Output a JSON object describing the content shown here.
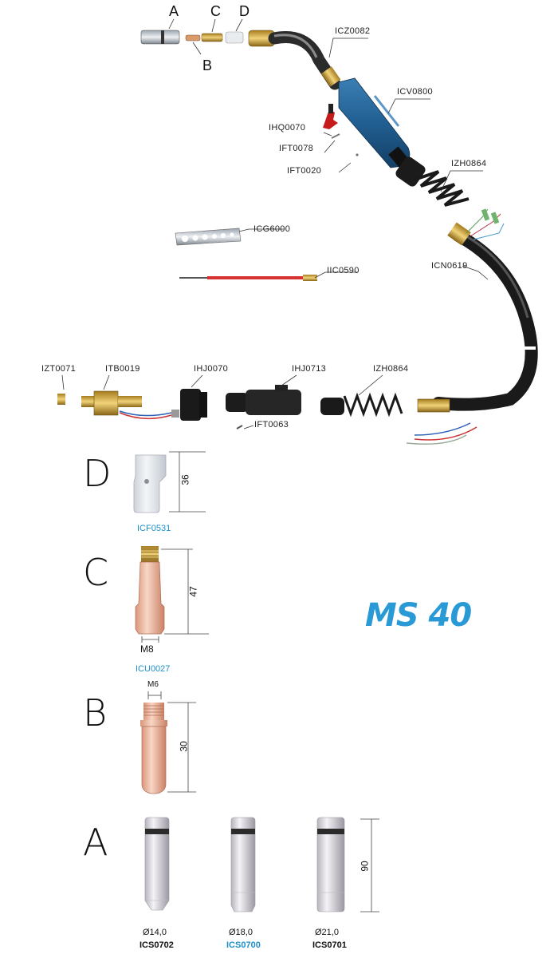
{
  "title": "MS 40",
  "top_letters": {
    "a": "A",
    "b": "B",
    "c": "C",
    "d": "D"
  },
  "part_codes": {
    "icz0082": "ICZ0082",
    "icv0800": "ICV0800",
    "ihq0070": "IHQ0070",
    "ift0078": "IFT0078",
    "ift0020": "IFT0020",
    "izh0864_top": "IZH0864",
    "icg6000": "ICG6000",
    "iic0590": "IIC0590",
    "icn0619": "ICN0619",
    "izt0071": "IZT0071",
    "itb0019": "ITB0019",
    "ihj0070": "IHJ0070",
    "ihj0713": "IHJ0713",
    "izh0864_bottom": "IZH0864",
    "ift0063": "IFT0063"
  },
  "detail": {
    "d": {
      "letter": "D",
      "dimension": "36",
      "code": "ICF0531"
    },
    "c": {
      "letter": "C",
      "dimension": "47",
      "thread": "M8",
      "code": "ICU0027"
    },
    "b": {
      "letter": "B",
      "dimension": "30",
      "thread": "M6"
    },
    "a": {
      "letter": "A",
      "dimension": "90",
      "nozzles": [
        {
          "diameter": "Ø14,0",
          "code": "ICS0702"
        },
        {
          "diameter": "Ø18,0",
          "code": "ICS0700"
        },
        {
          "diameter": "Ø21,0",
          "code": "ICS0701"
        }
      ]
    }
  },
  "colors": {
    "title_blue": "#2a9ad6",
    "code_blue": "#1d8fc9",
    "handle_blue": "#1f5d8c",
    "cable_black": "#1a1a1a",
    "copper": "#e8a98a",
    "brass": "#c9a046"
  }
}
